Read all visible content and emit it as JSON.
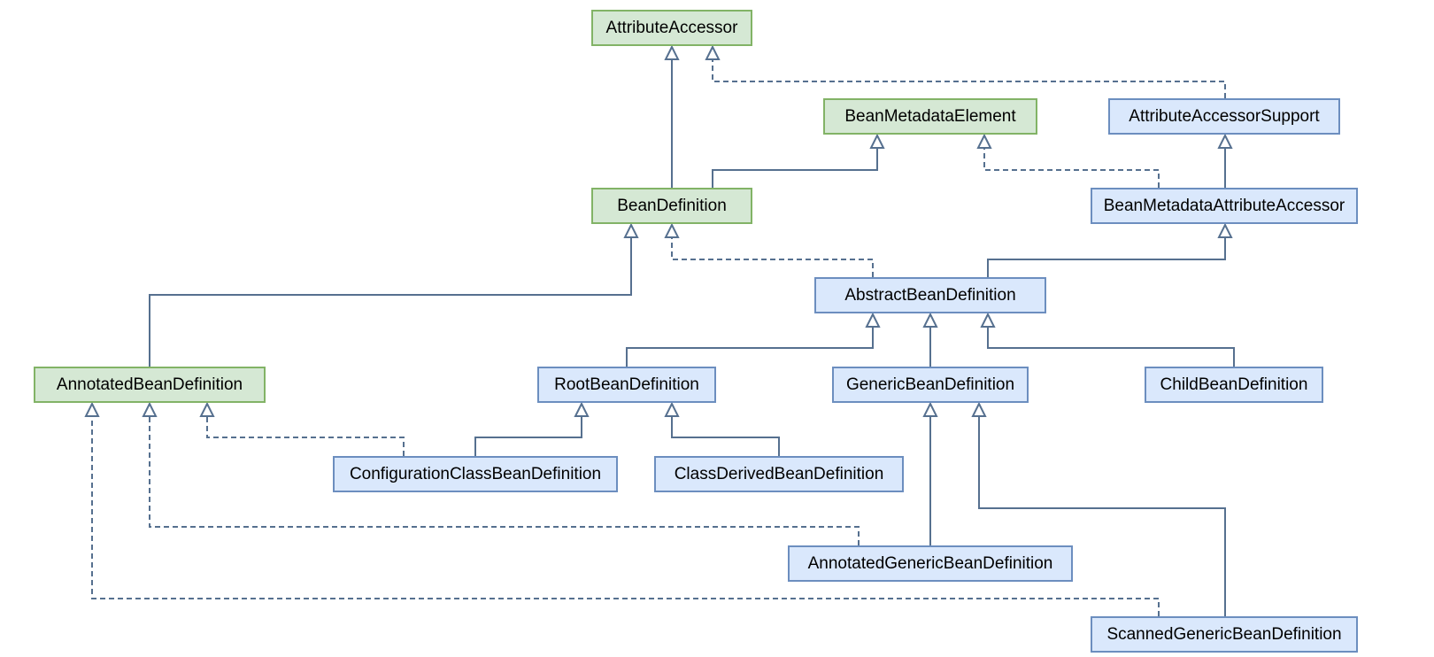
{
  "colors": {
    "interface_fill": "#d5e8d4",
    "interface_border": "#82b366",
    "class_fill": "#dae8fc",
    "class_border": "#6c8ebf",
    "edge": "#56708f"
  },
  "nodes": [
    {
      "id": "attribute-accessor",
      "label": "AttributeAccessor",
      "kind": "interface"
    },
    {
      "id": "bean-metadata-element",
      "label": "BeanMetadataElement",
      "kind": "interface"
    },
    {
      "id": "attribute-accessor-support",
      "label": "AttributeAccessorSupport",
      "kind": "class"
    },
    {
      "id": "bean-definition",
      "label": "BeanDefinition",
      "kind": "interface"
    },
    {
      "id": "bean-metadata-attribute-accessor",
      "label": "BeanMetadataAttributeAccessor",
      "kind": "class"
    },
    {
      "id": "abstract-bean-definition",
      "label": "AbstractBeanDefinition",
      "kind": "class"
    },
    {
      "id": "annotated-bean-definition",
      "label": "AnnotatedBeanDefinition",
      "kind": "interface"
    },
    {
      "id": "root-bean-definition",
      "label": "RootBeanDefinition",
      "kind": "class"
    },
    {
      "id": "generic-bean-definition",
      "label": "GenericBeanDefinition",
      "kind": "class"
    },
    {
      "id": "child-bean-definition",
      "label": "ChildBeanDefinition",
      "kind": "class"
    },
    {
      "id": "configuration-class-bean-definition",
      "label": "ConfigurationClassBeanDefinition",
      "kind": "class"
    },
    {
      "id": "class-derived-bean-definition",
      "label": "ClassDerivedBeanDefinition",
      "kind": "class"
    },
    {
      "id": "annotated-generic-bean-definition",
      "label": "AnnotatedGenericBeanDefinition",
      "kind": "class"
    },
    {
      "id": "scanned-generic-bean-definition",
      "label": "ScannedGenericBeanDefinition",
      "kind": "class"
    }
  ],
  "edges": [
    {
      "from": "bean-definition",
      "to": "attribute-accessor",
      "type": "extends"
    },
    {
      "from": "bean-definition",
      "to": "bean-metadata-element",
      "type": "extends"
    },
    {
      "from": "attribute-accessor-support",
      "to": "attribute-accessor",
      "type": "implements"
    },
    {
      "from": "bean-metadata-attribute-accessor",
      "to": "attribute-accessor-support",
      "type": "extends"
    },
    {
      "from": "bean-metadata-attribute-accessor",
      "to": "bean-metadata-element",
      "type": "implements"
    },
    {
      "from": "abstract-bean-definition",
      "to": "bean-definition",
      "type": "implements"
    },
    {
      "from": "abstract-bean-definition",
      "to": "bean-metadata-attribute-accessor",
      "type": "extends"
    },
    {
      "from": "annotated-bean-definition",
      "to": "bean-definition",
      "type": "extends"
    },
    {
      "from": "root-bean-definition",
      "to": "abstract-bean-definition",
      "type": "extends"
    },
    {
      "from": "generic-bean-definition",
      "to": "abstract-bean-definition",
      "type": "extends"
    },
    {
      "from": "child-bean-definition",
      "to": "abstract-bean-definition",
      "type": "extends"
    },
    {
      "from": "configuration-class-bean-definition",
      "to": "root-bean-definition",
      "type": "extends"
    },
    {
      "from": "configuration-class-bean-definition",
      "to": "annotated-bean-definition",
      "type": "implements"
    },
    {
      "from": "class-derived-bean-definition",
      "to": "root-bean-definition",
      "type": "extends"
    },
    {
      "from": "annotated-generic-bean-definition",
      "to": "generic-bean-definition",
      "type": "extends"
    },
    {
      "from": "annotated-generic-bean-definition",
      "to": "annotated-bean-definition",
      "type": "implements"
    },
    {
      "from": "scanned-generic-bean-definition",
      "to": "generic-bean-definition",
      "type": "extends"
    },
    {
      "from": "scanned-generic-bean-definition",
      "to": "annotated-bean-definition",
      "type": "implements"
    }
  ]
}
